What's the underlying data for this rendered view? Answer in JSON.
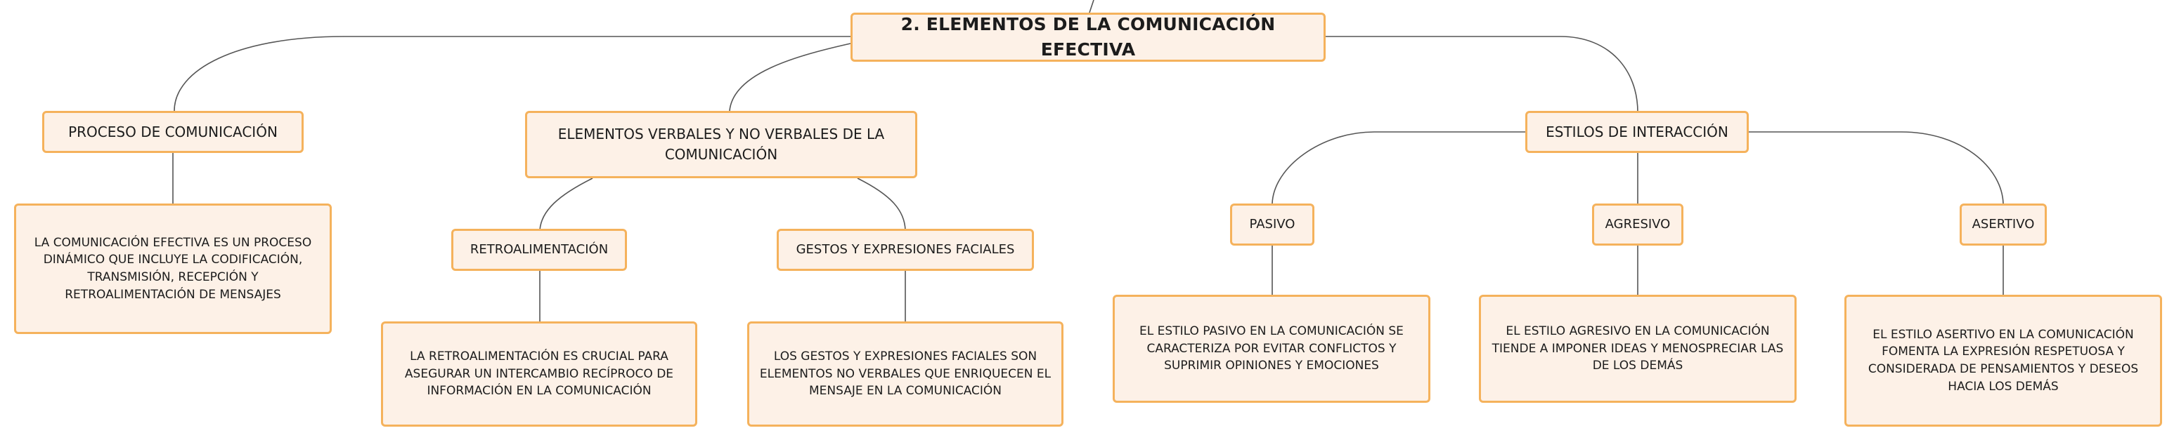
{
  "colors": {
    "node_fill": "#fdf1e7",
    "node_border": "#f5b25c",
    "connector": "#555555",
    "text": "#1c1c1c"
  },
  "diagram": {
    "root": {
      "label": "2. ELEMENTOS DE LA COMUNICACIÓN EFECTIVA"
    },
    "proceso": {
      "label": "PROCESO DE COMUNICACIÓN",
      "description": "LA COMUNICACIÓN EFECTIVA ES UN PROCESO DINÁMICO QUE INCLUYE LA CODIFICACIÓN, TRANSMISIÓN, RECEPCIÓN Y RETROALIMENTACIÓN DE MENSAJES"
    },
    "elementos": {
      "label": "ELEMENTOS VERBALES Y NO VERBALES DE LA COMUNICACIÓN",
      "retroalimentacion": {
        "label": "RETROALIMENTACIÓN",
        "description": "LA RETROALIMENTACIÓN ES CRUCIAL PARA ASEGURAR UN INTERCAMBIO RECÍPROCO DE INFORMACIÓN EN LA COMUNICACIÓN"
      },
      "gestos": {
        "label": "GESTOS Y EXPRESIONES FACIALES",
        "description": "LOS GESTOS Y EXPRESIONES FACIALES SON ELEMENTOS NO VERBALES QUE ENRIQUECEN EL MENSAJE EN LA COMUNICACIÓN"
      }
    },
    "estilos": {
      "label": "ESTILOS DE INTERACCIÓN",
      "pasivo": {
        "label": "PASIVO",
        "description": "EL ESTILO PASIVO EN LA COMUNICACIÓN SE CARACTERIZA POR EVITAR CONFLICTOS Y SUPRIMIR OPINIONES Y EMOCIONES"
      },
      "agresivo": {
        "label": "AGRESIVO",
        "description": "EL ESTILO AGRESIVO EN LA COMUNICACIÓN TIENDE A IMPONER IDEAS Y MENOSPRECIAR LAS DE LOS DEMÁS"
      },
      "asertivo": {
        "label": "ASERTIVO",
        "description": "EL ESTILO ASERTIVO EN LA COMUNICACIÓN FOMENTA LA EXPRESIÓN RESPETUOSA Y CONSIDERADA DE PENSAMIENTOS Y DESEOS HACIA LOS DEMÁS"
      }
    }
  }
}
